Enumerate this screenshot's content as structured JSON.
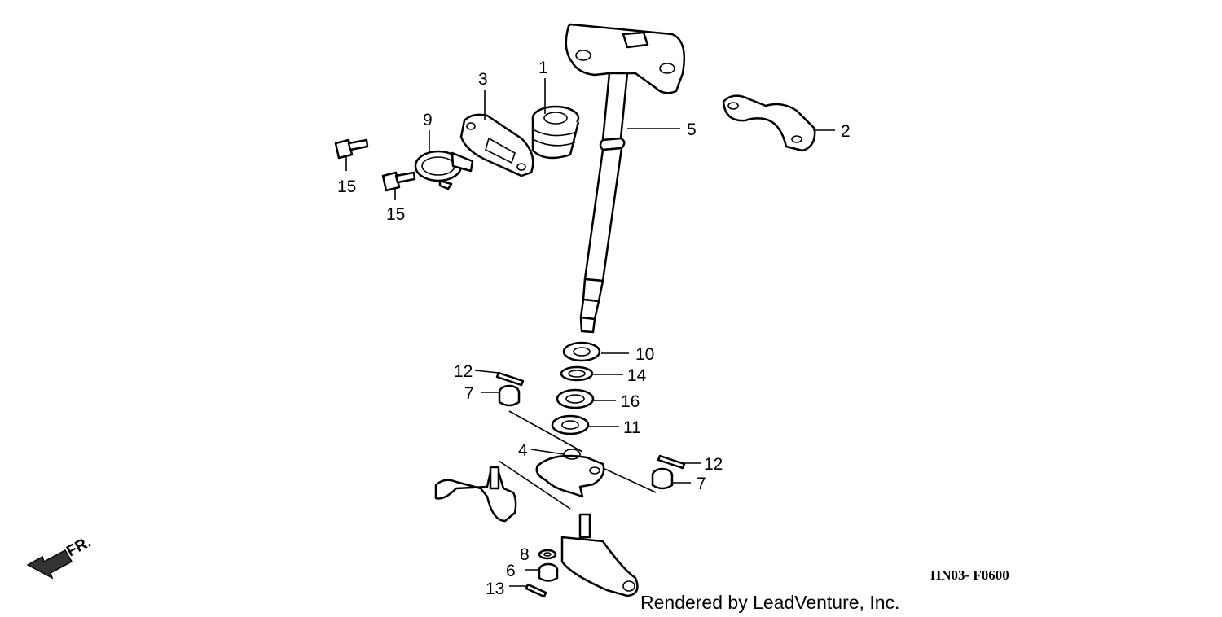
{
  "diagram": {
    "drawing_code": "HN03- F0600",
    "credit": "Rendered by LeadVenture, Inc.",
    "direction_label": "FR.",
    "callouts": [
      "1",
      "2",
      "3",
      "4",
      "5",
      "6",
      "7",
      "7",
      "8",
      "9",
      "10",
      "11",
      "12",
      "12",
      "13",
      "14",
      "15",
      "15",
      "16"
    ]
  },
  "colors": {
    "line": "#000000",
    "background": "#ffffff"
  }
}
